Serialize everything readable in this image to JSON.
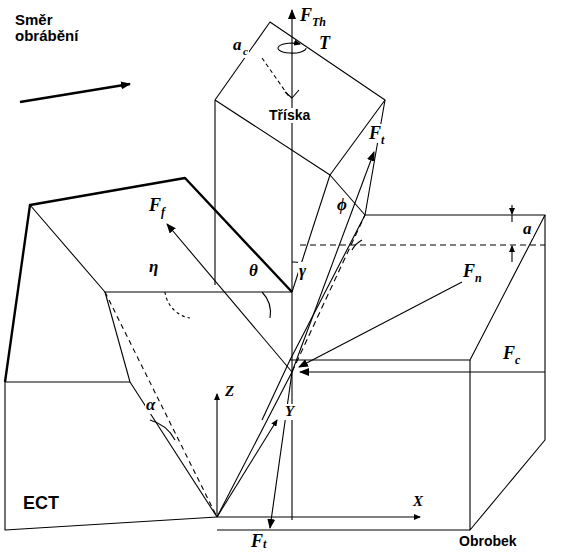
{
  "diagram": {
    "labels": [
      "Směr obrábění",
      "F",
      "Th",
      "T",
      "a",
      "c",
      "Tříska",
      "F",
      "t",
      "ϕ",
      "F",
      "f",
      "η",
      "θ",
      "γ",
      "a",
      "F",
      "n",
      "α",
      "Z",
      "Y",
      "X",
      "F",
      "c",
      "ECT",
      "F",
      "t",
      "Obrobek"
    ]
  }
}
